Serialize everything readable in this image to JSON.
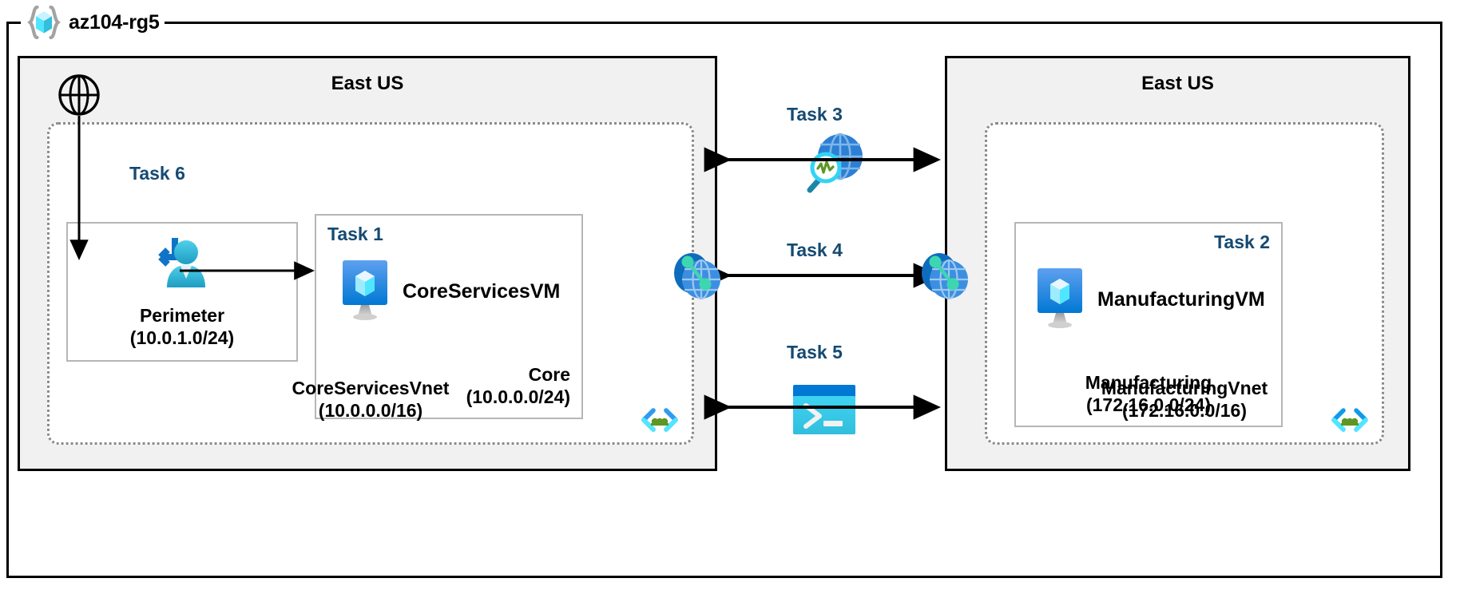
{
  "resource_group": {
    "name": "az104-rg5",
    "icon": "resource-group-icon"
  },
  "regions": [
    {
      "id": "left",
      "title": "East US"
    },
    {
      "id": "right",
      "title": "East US"
    }
  ],
  "vnets": [
    {
      "id": "coreservicesvnet",
      "name": "CoreServicesVnet",
      "cidr": "(10.0.0.0/16)",
      "corner_icon": "subnet-code-icon"
    },
    {
      "id": "manufacturingvnet",
      "name": "ManufacturingVnet",
      "cidr": "(172.16.0.0/16)",
      "corner_icon": "subnet-code-icon"
    }
  ],
  "subnets": [
    {
      "id": "perimeter",
      "task": "Task 6",
      "name": "Perimeter",
      "cidr": "(10.0.1.0/24)",
      "icon": "user-signin-icon"
    },
    {
      "id": "core",
      "task": "Task 1",
      "name": "Core",
      "cidr": "(10.0.0.0/24)",
      "vm": "CoreServicesVM",
      "icon": "virtual-machine-icon"
    },
    {
      "id": "manufacturing",
      "task": "Task 2",
      "name": "Manufacturing",
      "cidr": "(172.16.0.0/24)",
      "vm": "ManufacturingVM",
      "icon": "virtual-machine-icon"
    }
  ],
  "connections": [
    {
      "id": "task3",
      "label": "Task 3",
      "icon": "network-watcher-icon"
    },
    {
      "id": "task4",
      "label": "Task 4",
      "icon": "vnet-peering-icon"
    },
    {
      "id": "task5",
      "label": "Task 5",
      "icon": "cloud-shell-icon"
    }
  ],
  "internet": {
    "icon": "globe-icon"
  },
  "peering_endpoints": [
    {
      "id": "peering-left",
      "icon": "vnet-peering-icon"
    },
    {
      "id": "peering-right",
      "icon": "vnet-peering-icon"
    }
  ],
  "colors": {
    "task_label": "#154A72",
    "panel_bg": "#f1f1f1",
    "border": "#000000",
    "vnet_dotted": "#8a8a8a",
    "subnet_border": "#b6b6b6",
    "azure_blue": "#0078D4",
    "cyan": "#32BEDD",
    "green": "#5E9624"
  }
}
